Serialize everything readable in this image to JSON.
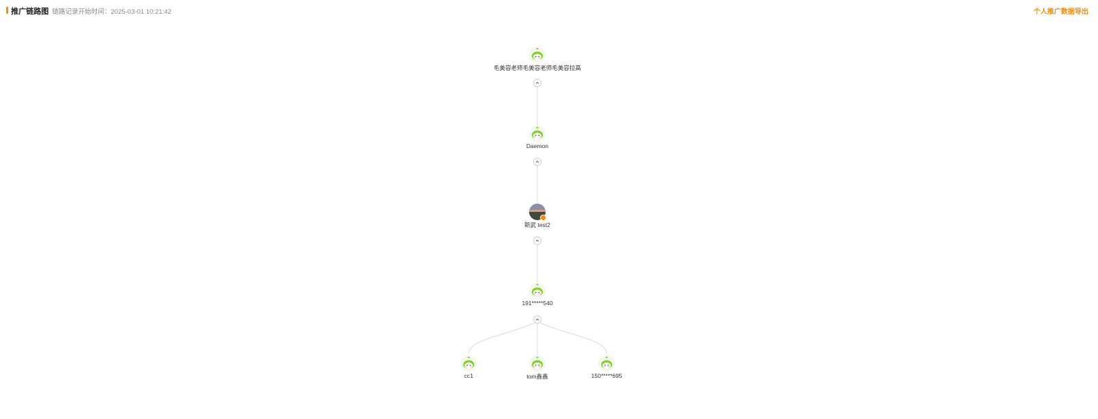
{
  "header": {
    "title": "推广链路图",
    "record_time": "链路记录开始时间：2025-03-01 10:21:42",
    "export_label": "个人推广数据导出"
  },
  "tree": {
    "nodes": [
      {
        "id": "n1",
        "label": "毛美容老师毛美容老师毛美容拉高",
        "avatar": "green-mascot-avatar"
      },
      {
        "id": "n2",
        "label": "Daemon",
        "avatar": "green-mascot-avatar"
      },
      {
        "id": "n3",
        "label": "新武 test2",
        "avatar": "landscape-photo-avatar"
      },
      {
        "id": "n4",
        "label": "191*****540",
        "avatar": "green-mascot-avatar"
      },
      {
        "id": "n5",
        "label": "cc1",
        "avatar": "green-mascot-avatar"
      },
      {
        "id": "n6",
        "label": "tom鑫鑫",
        "avatar": "green-mascot-avatar"
      },
      {
        "id": "n7",
        "label": "150*****695",
        "avatar": "green-mascot-avatar"
      }
    ]
  },
  "colors": {
    "accent": "#ff8a00",
    "link": "#d9d9d9",
    "mascot": "#7ed321"
  }
}
